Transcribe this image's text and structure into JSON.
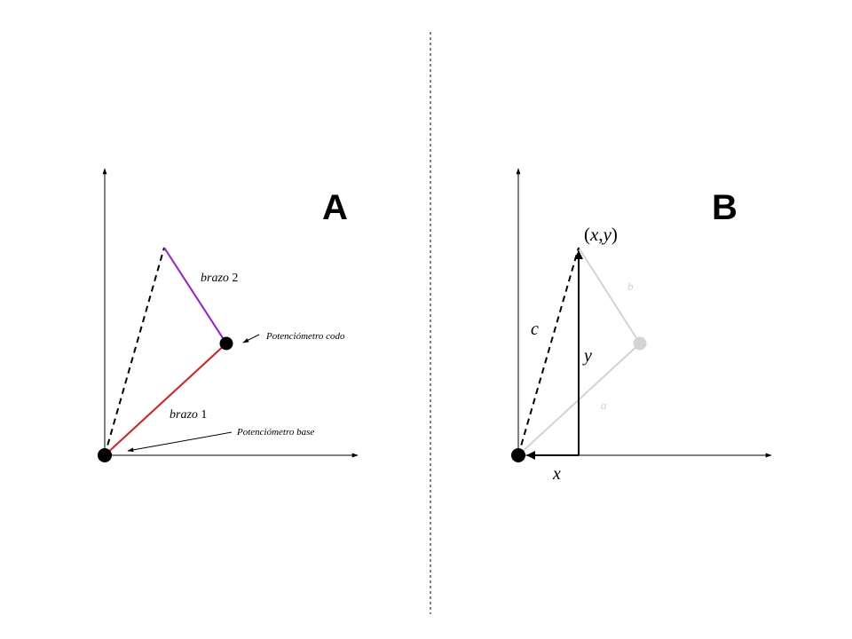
{
  "panel_a": {
    "label": "A",
    "arm2_text": "brazo",
    "arm2_num": "2",
    "arm1_text": "brazo",
    "arm1_num": "1",
    "elbow_annotation": "Potenciómetro codo",
    "base_annotation": "Potenciómetro base",
    "colors": {
      "arm1": "#dd1c1c",
      "arm2": "#9b19d8"
    }
  },
  "panel_b": {
    "label": "B",
    "point_open": "(",
    "point_x": "x",
    "point_comma": ",",
    "point_y": "y",
    "point_close": ")",
    "b_label": "b",
    "c_label": "c",
    "y_label": "y",
    "a_label": "a",
    "x_label": "x",
    "colors": {
      "faint": "#d3d3d3"
    }
  }
}
